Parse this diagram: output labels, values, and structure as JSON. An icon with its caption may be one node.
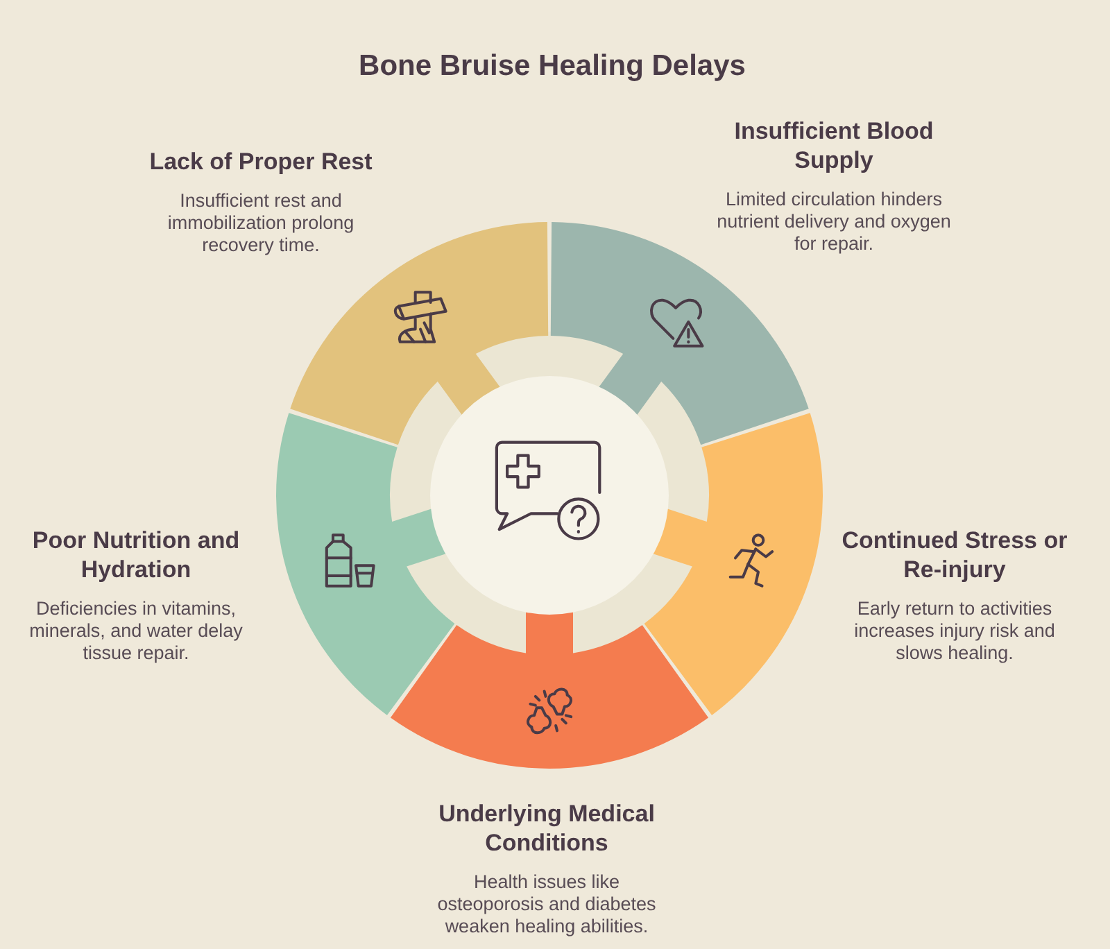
{
  "diagram": {
    "title": "Bone Bruise Healing Delays",
    "nodes": [
      {
        "text": [
          "Lack of Proper Rest",
          "Insufficient rest and immobilization prolong recovery time."
        ]
      },
      {
        "text": [
          "Insufficient Blood Supply",
          "Limited circulation hinders nutrient delivery and oxygen for repair."
        ]
      },
      {
        "text": [
          "Poor Nutrition and Hydration",
          "Deficiencies in vitamins, minerals, and water delay tissue repair."
        ]
      },
      {
        "text": [
          "Continued Stress or Re-injury",
          "Early return to activities increases injury risk and slows healing."
        ]
      },
      {
        "text": [
          "Underlying Medical Conditions",
          "Health issues like osteoporosis and diabetes weaken healing abilities."
        ]
      }
    ]
  }
}
